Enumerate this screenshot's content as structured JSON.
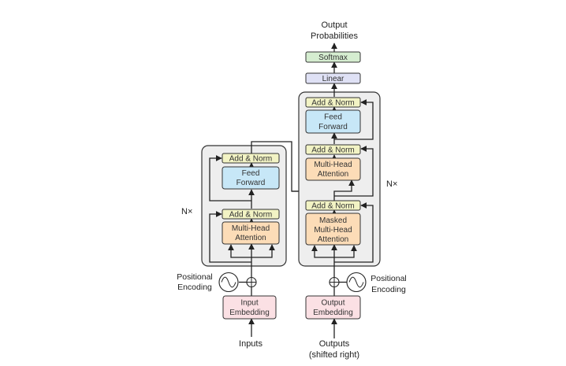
{
  "encoder": {
    "repeat_label": "N×",
    "add_norm_top": "Add & Norm",
    "feed_forward": [
      "Feed",
      "Forward"
    ],
    "add_norm_bottom": "Add & Norm",
    "attention": [
      "Multi-Head",
      "Attention"
    ],
    "positional_encoding": [
      "Positional",
      "Encoding"
    ],
    "embedding": [
      "Input",
      "Embedding"
    ],
    "input_label": "Inputs"
  },
  "decoder": {
    "repeat_label": "N×",
    "add_norm_top": "Add & Norm",
    "feed_forward": [
      "Feed",
      "Forward"
    ],
    "add_norm_middle": "Add & Norm",
    "cross_attention": [
      "Multi-Head",
      "Attention"
    ],
    "add_norm_bottom": "Add & Norm",
    "masked_attention": [
      "Masked",
      "Multi-Head",
      "Attention"
    ],
    "positional_encoding": [
      "Positional",
      "Encoding"
    ],
    "embedding": [
      "Output",
      "Embedding"
    ],
    "input_label": [
      "Outputs",
      "(shifted right)"
    ]
  },
  "head": {
    "linear": "Linear",
    "softmax": "Softmax",
    "output_label": [
      "Output",
      "Probabilities"
    ]
  },
  "colors": {
    "add_norm": "#f2f3c4",
    "feed_forward": "#c7e7f7",
    "attention": "#fcdcb7",
    "embedding": "#fbe0e4",
    "linear": "#dfe1f5",
    "softmax": "#d5edd0",
    "stack_bg": "#eeeeee"
  }
}
